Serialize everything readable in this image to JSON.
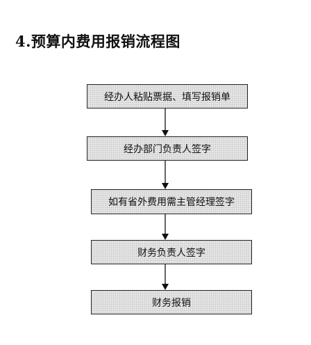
{
  "title": "4.预算内费用报销流程图",
  "steps": [
    {
      "label": "经办人粘贴票据、填写报销单"
    },
    {
      "label": "经办部门负责人签字"
    },
    {
      "label": "如有省外费用需主管经理签字"
    },
    {
      "label": "财务负责人签字"
    },
    {
      "label": "财务报销"
    }
  ],
  "colors": {
    "box_fill": "#e6e6e6",
    "box_border": "#222222",
    "arrow": "#111111",
    "text": "#111111"
  },
  "icons": {
    "flow_arrow": "arrow-down-icon"
  }
}
